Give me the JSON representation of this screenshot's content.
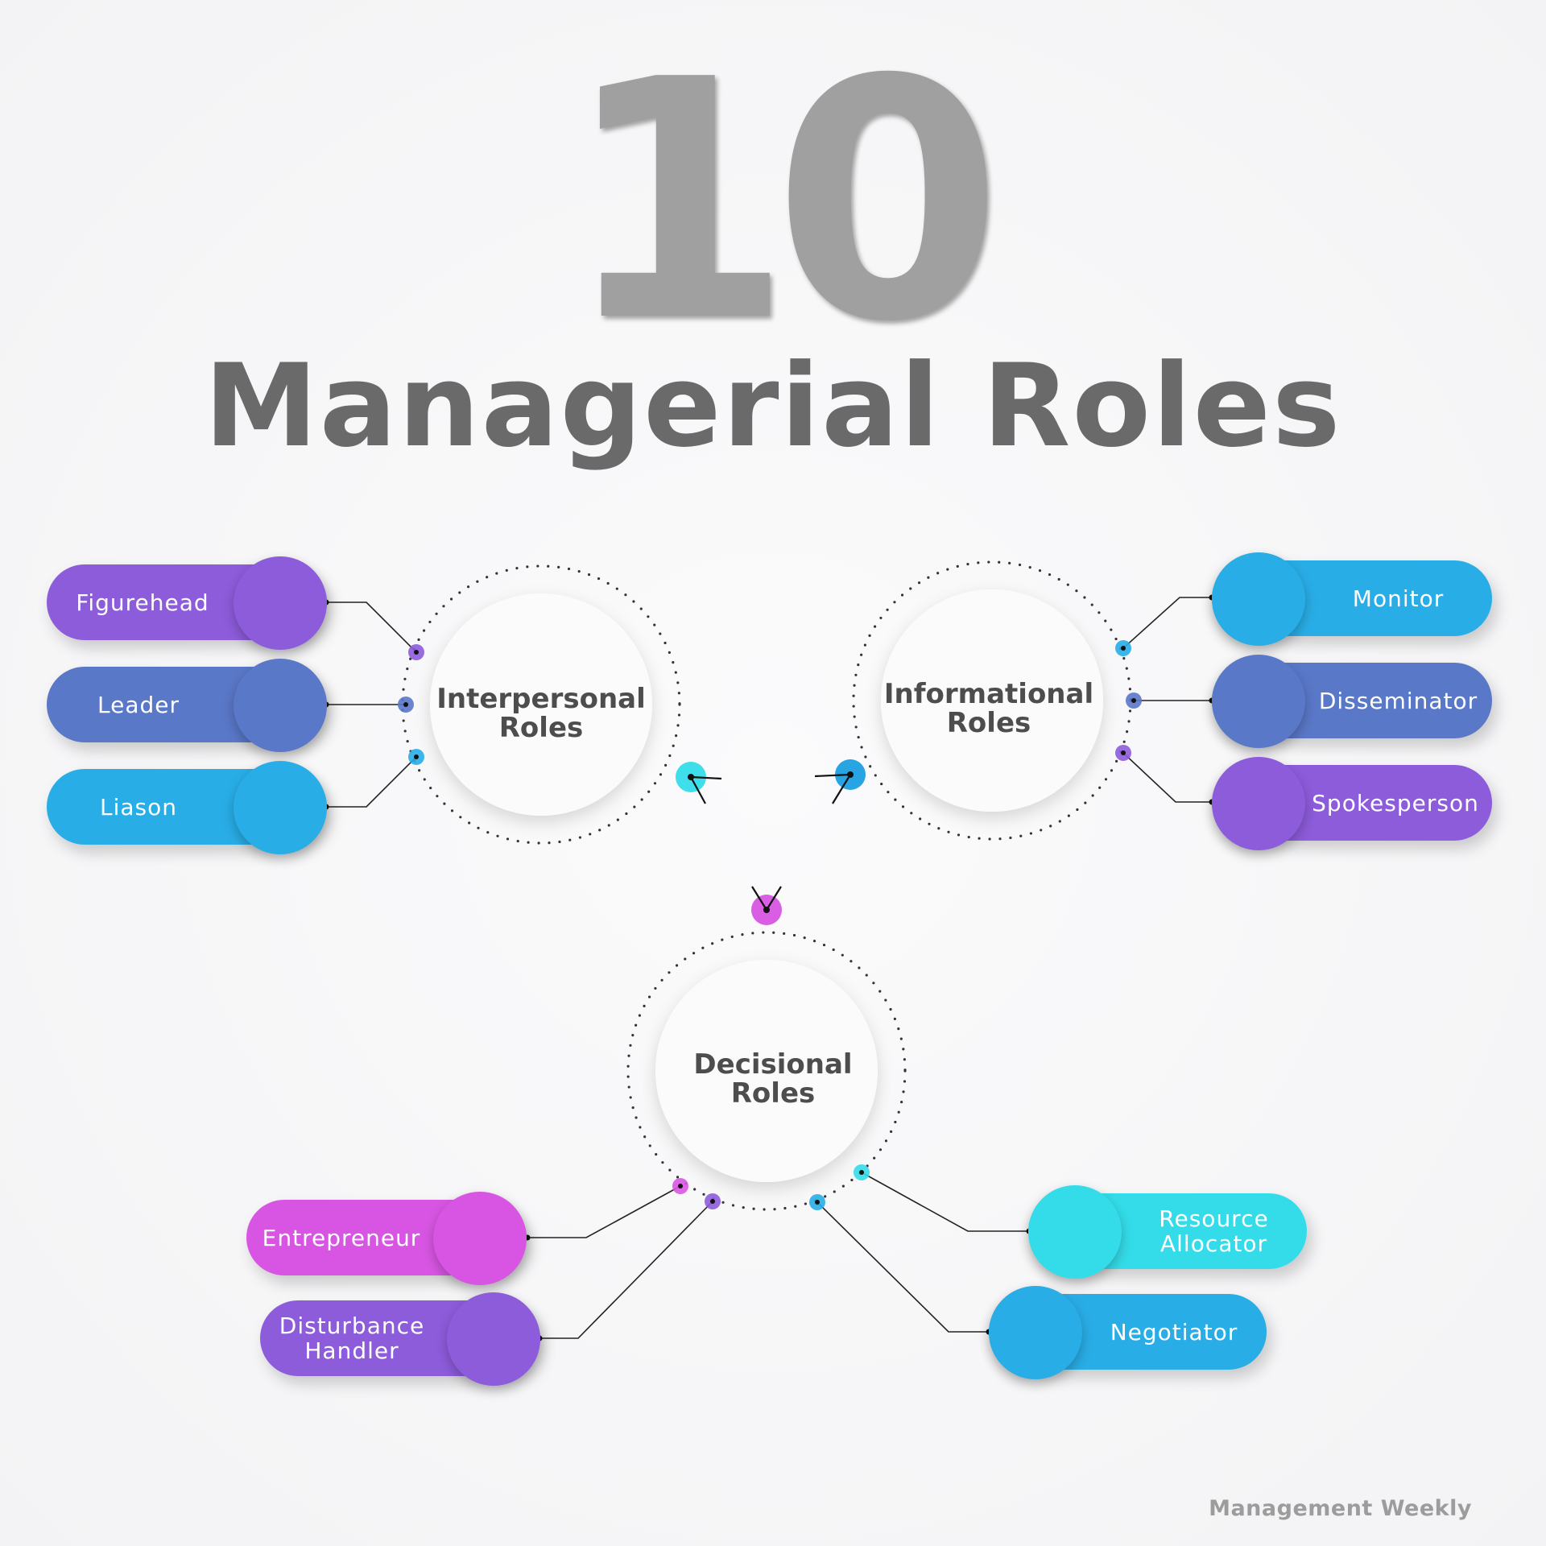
{
  "header": {
    "number": "10",
    "title": "Managerial Roles"
  },
  "hubs": {
    "interpersonal": {
      "label": "Interpersonal\nRoles"
    },
    "informational": {
      "label": "Informational\nRoles"
    },
    "decisional": {
      "label": "Decisional\nRoles"
    }
  },
  "roles": {
    "figurehead": {
      "label": "Figurehead",
      "color": "#8d5cdb"
    },
    "leader": {
      "label": "Leader",
      "color": "#5a78c8"
    },
    "liason": {
      "label": "Liason",
      "color": "#29ade6"
    },
    "monitor": {
      "label": "Monitor",
      "color": "#29ade6"
    },
    "disseminator": {
      "label": "Disseminator",
      "color": "#5a78c8"
    },
    "spokesperson": {
      "label": "Spokesperson",
      "color": "#8d5cdb"
    },
    "entrepreneur": {
      "label": "Entrepreneur",
      "color": "#d855e3"
    },
    "disturbance_handler": {
      "label": "Disturbance\nHandler",
      "color": "#8d5cdb"
    },
    "resource_allocator": {
      "label": "Resource\nAllocator",
      "color": "#34dce9"
    },
    "negotiator": {
      "label": "Negotiator",
      "color": "#29ade6"
    }
  },
  "footer": {
    "brand": "Management Weekly"
  }
}
